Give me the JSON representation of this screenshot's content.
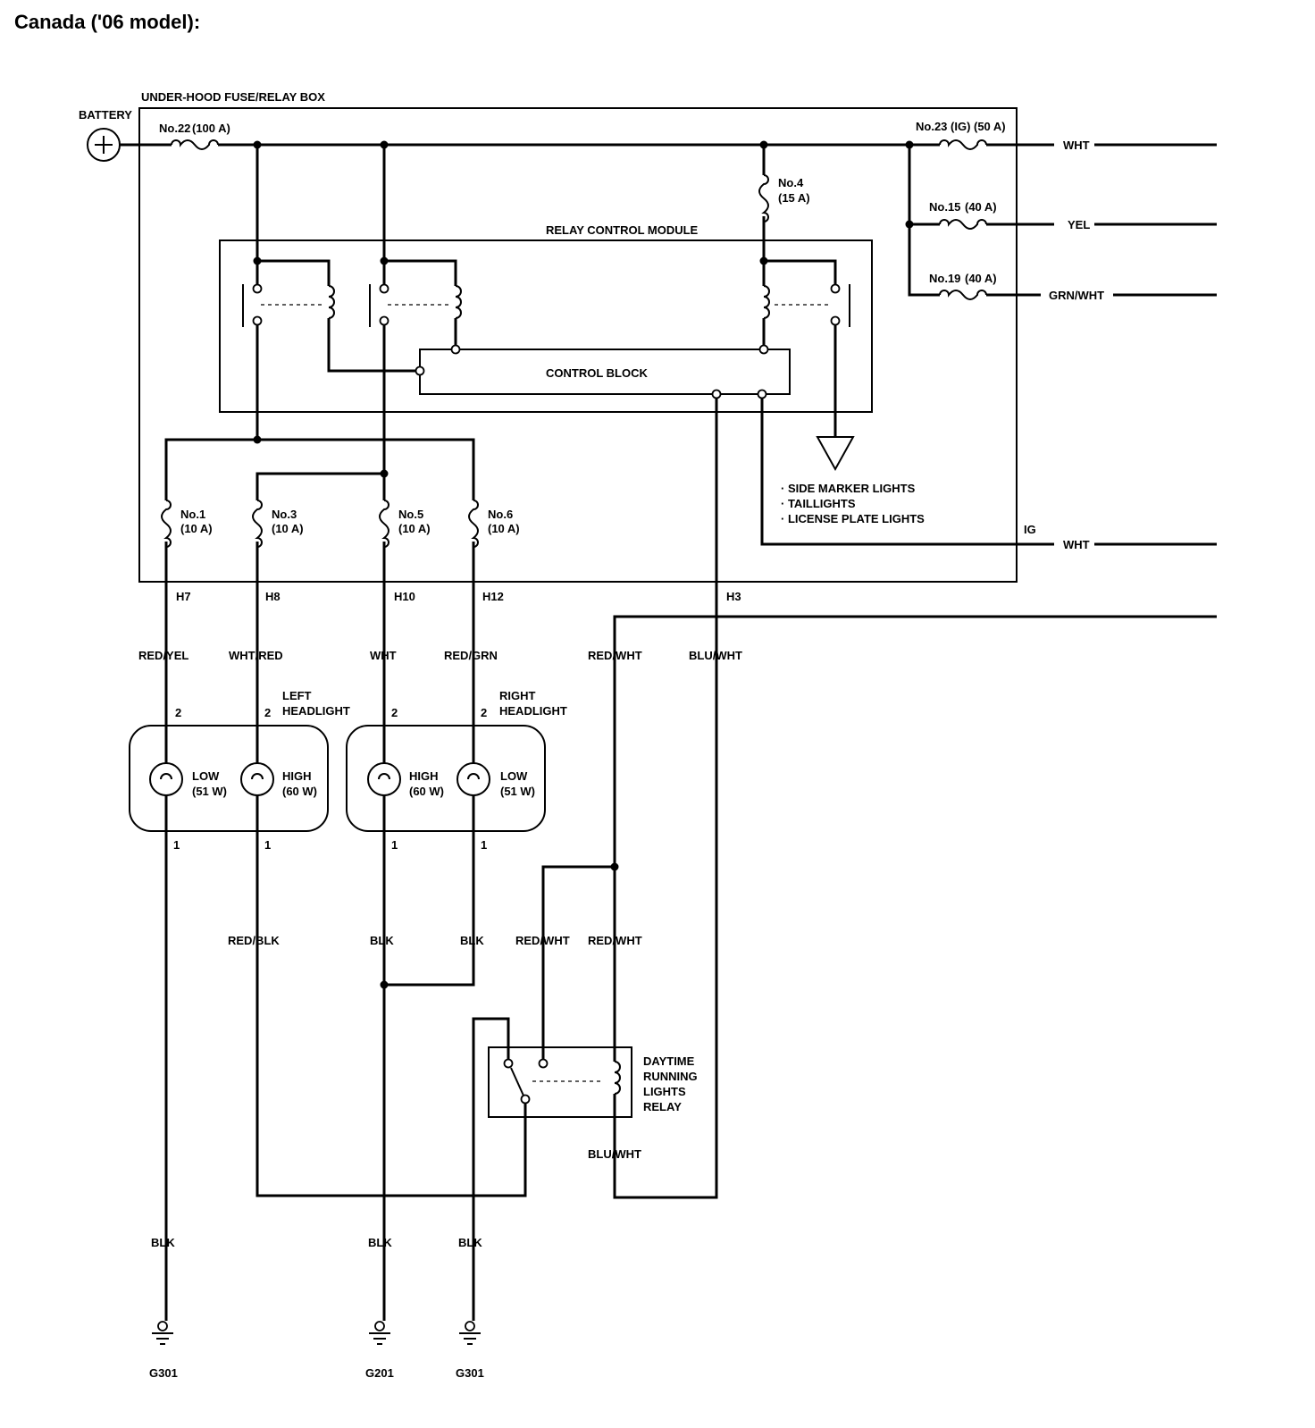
{
  "title": "Canada ('06 model):",
  "fuse_box_label": "UNDER-HOOD FUSE/RELAY BOX",
  "battery_label": "BATTERY",
  "relay_module_label": "RELAY CONTROL MODULE",
  "control_block_label": "CONTROL BLOCK",
  "fuses": {
    "main": {
      "name": "No.22",
      "rating": "(100 A)"
    },
    "ig": {
      "name": "No.23 (IG)",
      "rating": "(50 A)"
    },
    "f15": {
      "name": "No.15",
      "rating": "(40 A)"
    },
    "f19": {
      "name": "No.19",
      "rating": "(40 A)"
    },
    "f4": {
      "name": "No.4",
      "rating": "(15 A)"
    },
    "f1": {
      "name": "No.1",
      "rating": "(10 A)"
    },
    "f3": {
      "name": "No.3",
      "rating": "(10 A)"
    },
    "f5": {
      "name": "No.5",
      "rating": "(10 A)"
    },
    "f6": {
      "name": "No.6",
      "rating": "(10 A)"
    }
  },
  "right_wires": {
    "w1": "WHT",
    "w2": "YEL",
    "w3": "GRN/WHT",
    "w4": "WHT",
    "ig": "IG"
  },
  "side_lights": [
    "SIDE MARKER LIGHTS",
    "TAILLIGHTS",
    "LICENSE PLATE LIGHTS"
  ],
  "connectors": {
    "h7": "H7",
    "h8": "H8",
    "h10": "H10",
    "h12": "H12",
    "h3": "H3"
  },
  "wire_colors_top": {
    "red_yel": "RED/YEL",
    "wht_red": "WHT/RED",
    "wht": "WHT",
    "red_grn": "RED/GRN",
    "red_wht": "RED/WHT",
    "blu_wht": "BLU/WHT"
  },
  "left_headlight": {
    "title1": "LEFT",
    "title2": "HEADLIGHT",
    "low": "LOW",
    "low_w": "(51 W)",
    "high": "HIGH",
    "high_w": "(60 W)"
  },
  "right_headlight": {
    "title1": "RIGHT",
    "title2": "HEADLIGHT",
    "low": "LOW",
    "low_w": "(51 W)",
    "high": "HIGH",
    "high_w": "(60 W)"
  },
  "pin_top": "2",
  "pin_bottom": "1",
  "wire_colors_bottom": {
    "red_blk": "RED/BLK",
    "blk1": "BLK",
    "blk2": "BLK",
    "red_wht1": "RED/WHT",
    "red_wht2": "RED/WHT"
  },
  "drl_relay": [
    "DAYTIME",
    "RUNNING",
    "LIGHTS",
    "RELAY"
  ],
  "drl_blu_wht": "BLU/WHT",
  "ground_wires": {
    "g1": "BLK",
    "g2": "BLK",
    "g3": "BLK"
  },
  "grounds": {
    "g1": "G301",
    "g2": "G201",
    "g3": "G301"
  }
}
